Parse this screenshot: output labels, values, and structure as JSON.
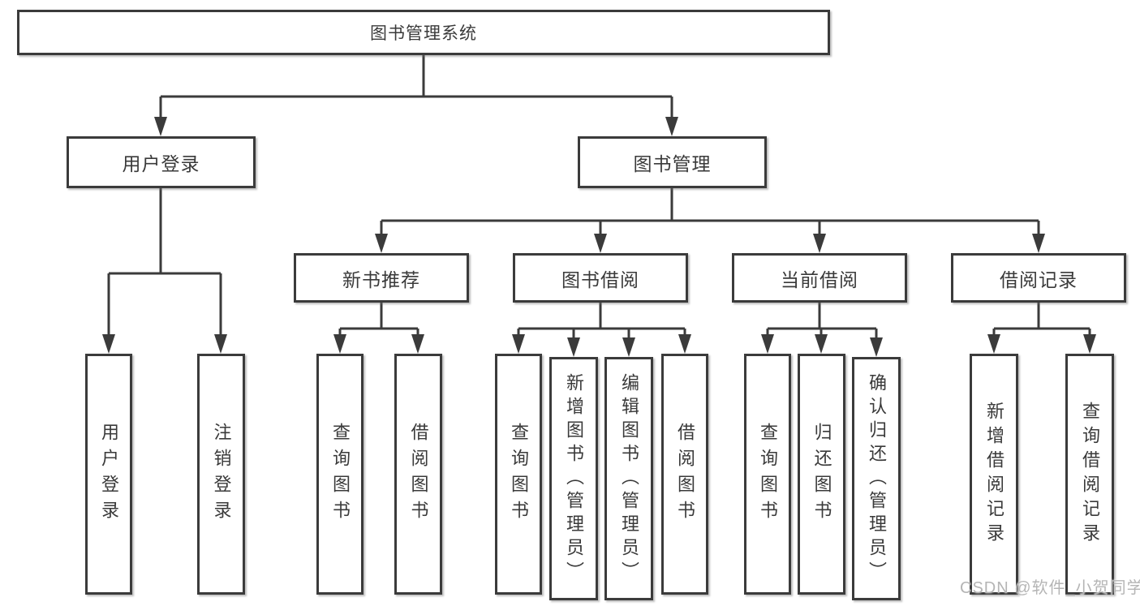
{
  "diagram": {
    "root": {
      "label": "图书管理系统"
    },
    "level2": [
      {
        "label": "用户登录"
      },
      {
        "label": "图书管理"
      }
    ],
    "level3": [
      {
        "label": "新书推荐"
      },
      {
        "label": "图书借阅"
      },
      {
        "label": "当前借阅"
      },
      {
        "label": "借阅记录"
      }
    ],
    "leaves": {
      "user_login": [
        {
          "label": "用户登录"
        },
        {
          "label": "注销登录"
        }
      ],
      "new_book_recommend": [
        {
          "label": "查询图书"
        },
        {
          "label": "借阅图书"
        }
      ],
      "book_borrow": [
        {
          "label": "查询图书"
        },
        {
          "label": "新增图书（管理员）"
        },
        {
          "label": "编辑图书（管理员）"
        },
        {
          "label": "借阅图书"
        }
      ],
      "current_borrow": [
        {
          "label": "查询图书"
        },
        {
          "label": "归还图书"
        },
        {
          "label": "确认归还（管理员）"
        }
      ],
      "borrow_records": [
        {
          "label": "新增借阅记录"
        },
        {
          "label": "查询借阅记录"
        }
      ]
    }
  },
  "watermark": "CSDN @软件_小贺同学",
  "colors": {
    "line": "#3b3b3b",
    "box_border": "#3b3b3b",
    "text": "#3a3a3a",
    "watermark": "#b5b5b5",
    "background": "#ffffff"
  }
}
